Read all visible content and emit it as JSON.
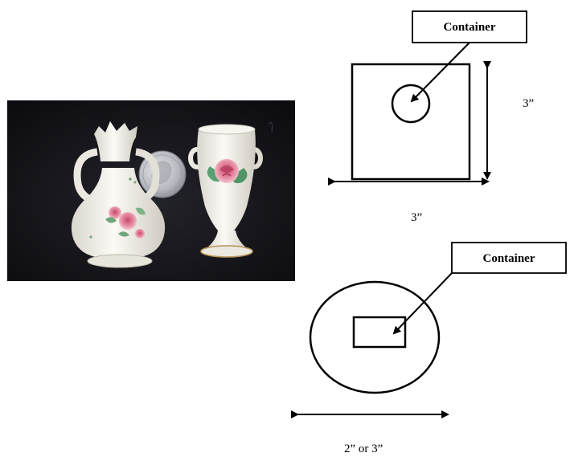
{
  "photo": {
    "subject": "two miniature white porcelain vases with painted roses beside a quarter coin"
  },
  "diagram_top": {
    "container_label": "Container",
    "height_label": "3”",
    "width_label": "3”"
  },
  "diagram_bottom": {
    "container_label": "Container",
    "diameter_label": "2” or 3”"
  },
  "colors": {
    "line": "#000000",
    "photo_background": "#16161c",
    "porcelain": "#f3f1ea",
    "rose": "#e07a92",
    "leaf": "#6fa77a",
    "coin": "#b9bcc2"
  }
}
